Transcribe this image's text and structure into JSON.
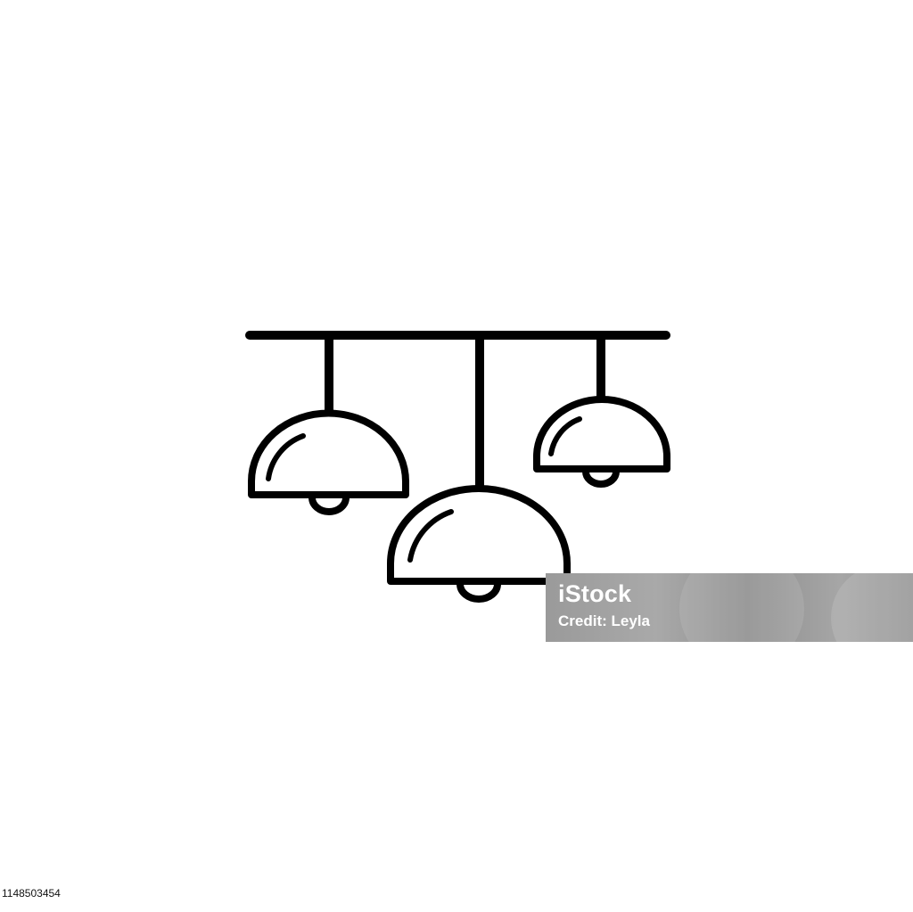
{
  "icon": {
    "name": "pendant-lamps-icon",
    "stroke_color": "#000000",
    "background_color": "#ffffff"
  },
  "watermark": {
    "brand": "iStock",
    "credit": "Credit: Leyla",
    "banner_color": "#9a9a9a",
    "text_color": "#ffffff"
  },
  "image_id": "1148503454"
}
